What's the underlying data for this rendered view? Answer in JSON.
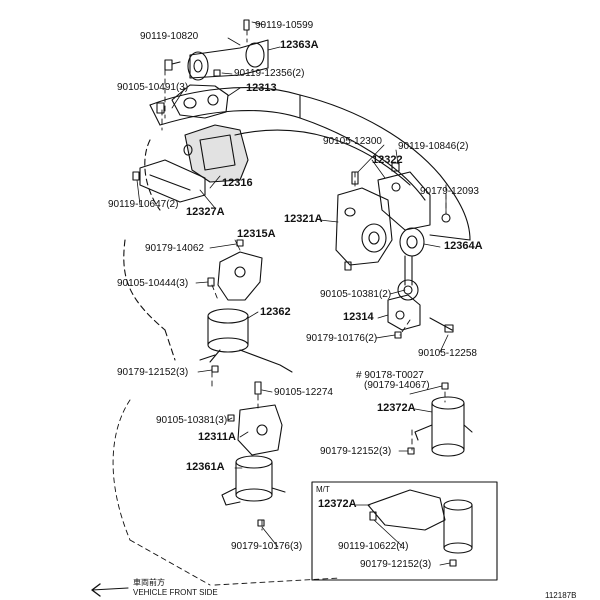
{
  "diagram_id": "112187B",
  "direction_label_jp": "車両前方",
  "direction_label_en": "VEHICLE FRONT SIDE",
  "mt_label": "M/T",
  "labels": {
    "p90119_10599": "90119-10599",
    "p90119_10820": "90119-10820",
    "p12363A": "12363A",
    "p90119_12356": "90119-12356(2)",
    "p90105_10491": "90105-10491(3)",
    "p12313": "12313",
    "p90105_12300": "90105-12300",
    "p90119_10846": "90119-10846(2)",
    "p12322": "12322",
    "p90179_12093": "90179-12093",
    "p12316": "12316",
    "p90119_10647": "90119-10647(2)",
    "p12327A": "12327A",
    "p12321A": "12321A",
    "p12364A": "12364A",
    "p12315A": "12315A",
    "p90179_14062": "90179-14062",
    "p90105_10444": "90105-10444(3)",
    "p90105_10381_2": "90105-10381(2)",
    "p12314": "12314",
    "p12362": "12362",
    "p90179_10176_2": "90179-10176(2)",
    "p90105_12258": "90105-12258",
    "p90179_12152_3a": "90179-12152(3)",
    "p90178_T0027": "# 90178-T0027",
    "p90179_14067": "(90179-14067)",
    "p90105_12274": "90105-12274",
    "p12372A_top": "12372A",
    "p90105_10381_3": "90105-10381(3)",
    "p12311A": "12311A",
    "p90179_12152_3b": "90179-12152(3)",
    "p12361A": "12361A",
    "p12372A_mt": "12372A",
    "p90119_10622": "90119-10622(4)",
    "p90179_10176_3": "90179-10176(3)",
    "p90179_12152_3c": "90179-12152(3)"
  }
}
